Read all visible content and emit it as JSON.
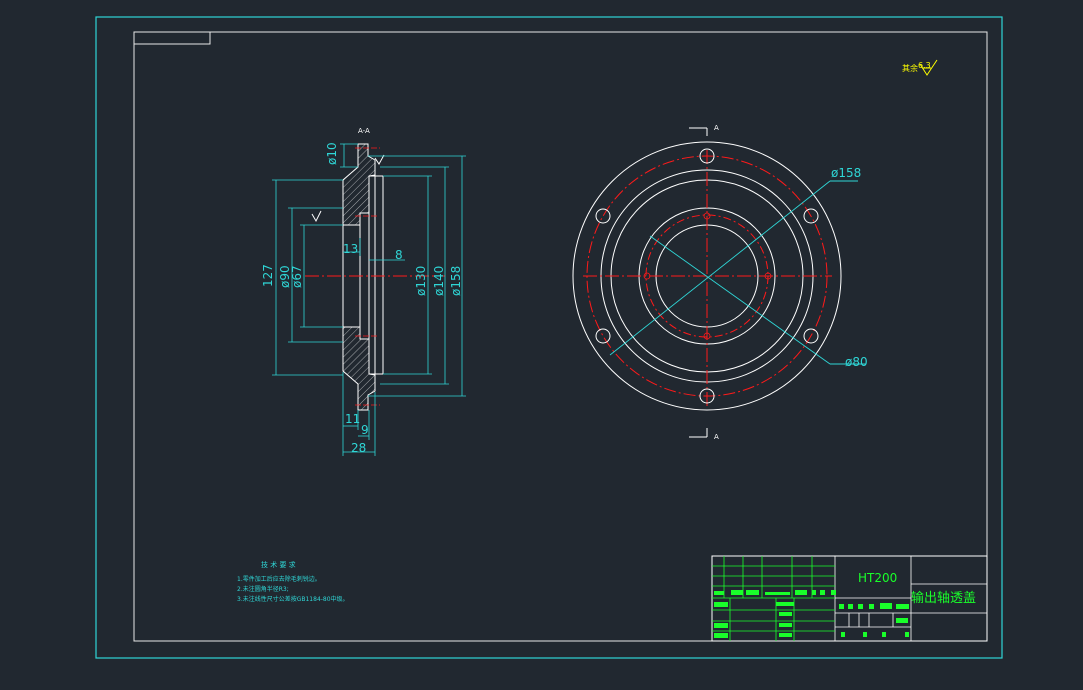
{
  "drawing": {
    "section_label": "A-A",
    "section_marker": "A",
    "surface_note": "其余",
    "surface_roughness": "6.3"
  },
  "dimensions": {
    "d10": "ø10",
    "d13": "13",
    "d8": "8",
    "d127": "127",
    "d90": "ø90",
    "d67": "ø67",
    "d130": "ø130",
    "d140": "ø140",
    "d158_left": "ø158",
    "d11": "11",
    "d9": "9",
    "d28": "28",
    "d158_right": "ø158",
    "d80": "ø80"
  },
  "notes": {
    "title": "技 术 要 求",
    "line1": "1.零件加工后应去除毛刺锐边。",
    "line2": "2.未注圆角半径R3;",
    "line3": "3.未注线性尺寸公差按GB1184-80中级。"
  },
  "title_block": {
    "material": "HT200",
    "part_name": "输出轴透盖"
  },
  "colors": {
    "background": "#212830",
    "frame_outer": "#2fd6d6",
    "frame_inner": "#ffffff",
    "geometry": "#ffffff",
    "dimension": "#2fd6d6",
    "center_line": "#ff1a1a",
    "title_text": "#19ff2a",
    "note_text": "#ffff00"
  }
}
